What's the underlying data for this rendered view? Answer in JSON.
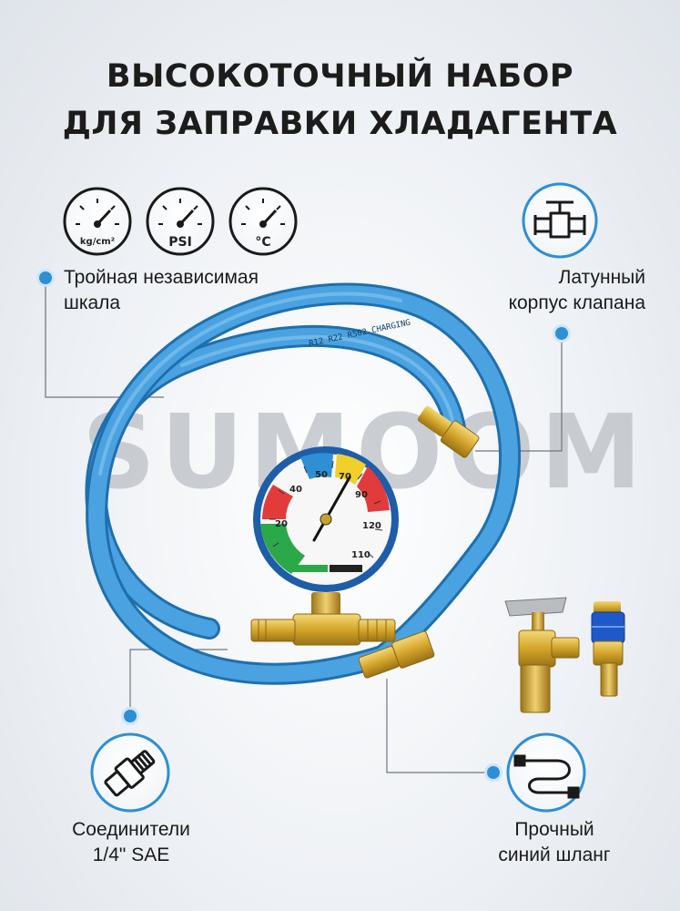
{
  "headline": {
    "line1": "ВЫСОКОТОЧНЫЙ НАБОР",
    "line2": "ДЛЯ ЗАПРАВКИ ХЛАДАГЕНТА"
  },
  "watermark": "SUMOOM",
  "features": {
    "triple_scale": {
      "line1": "Тройная независимая",
      "line2": "шкала",
      "units": [
        "kg/cm²",
        "PSI",
        "°C"
      ]
    },
    "brass_valve": {
      "line1": "Латунный",
      "line2": "корпус клапана"
    },
    "connectors": {
      "line1": "Соединители",
      "line2": "1/4\" SAE"
    },
    "hose": {
      "line1": "Прочный",
      "line2": "синий шланг"
    }
  },
  "hose_print": "R12  R22  R502  CHARGING",
  "colors": {
    "accent_blue": "#2e8fd4",
    "hose_blue": "#3d95d6",
    "brass": "#d4a52a",
    "text": "#1a1a1a"
  },
  "icons": [
    "gauge-kgcm2-icon",
    "gauge-psi-icon",
    "gauge-celsius-icon",
    "valve-icon",
    "connector-icon",
    "hose-icon"
  ]
}
